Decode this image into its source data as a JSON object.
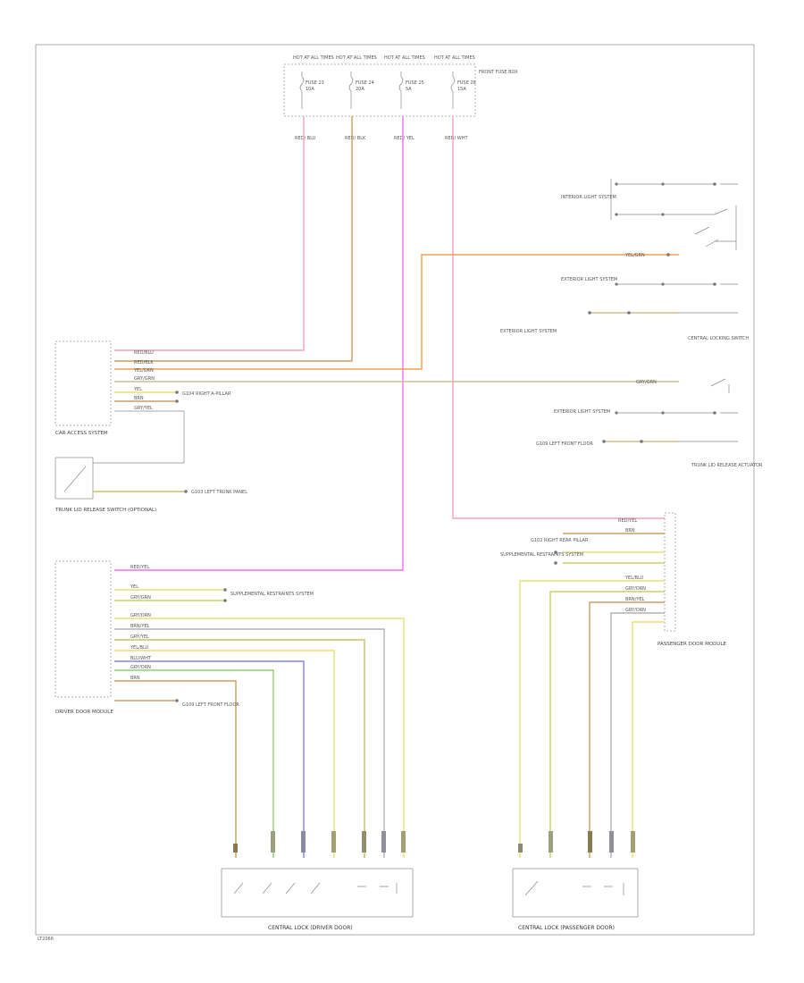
{
  "diagram": {
    "footer_code": "LT2066",
    "colors": {
      "pink": "#f4a0b8",
      "tan": "#c8a060",
      "magenta": "#f070f0",
      "orange": "#f0a050",
      "yellow": "#e8e070",
      "gray": "#b0b0b8",
      "green": "#90d070",
      "blue": "#8080f0",
      "yellowgreen": "#c8d060",
      "frame": "#9a9a9a"
    },
    "fuses": [
      {
        "hot": "HOT AT ALL TIMES",
        "fuse": "FUSE 23",
        "amp": "10A"
      },
      {
        "hot": "HOT AT ALL TIMES",
        "fuse": "FUSE 24",
        "amp": "20A"
      },
      {
        "hot": "HOT AT ALL TIMES",
        "fuse": "FUSE 25",
        "amp": "5A"
      },
      {
        "hot": "HOT AT ALL TIMES",
        "fuse": "FUSE 26",
        "amp": "15A"
      }
    ],
    "fuse_box_label": "FRONT FUSE BOX",
    "fuse_wire_labels": [
      "RED/ BLU",
      "RED/ BLK",
      "RED/ YEL",
      "RED/ WHT"
    ],
    "modules": {
      "car_access": "CAR ACCESS SYSTEM",
      "trunk_switch": "TRUNK LID RELEASE SWITCH (OPTIONAL)",
      "driver_door": "DRIVER DOOR MODULE",
      "passenger_door": "PASSENGER DOOR MODULE",
      "lock_driver": "CENTRAL LOCK (DRIVER DOOR)",
      "lock_passenger": "CENTRAL LOCK (PASSENGER DOOR)",
      "trunk_actuator": "TRUNK LID RELEASE ACTUATOR",
      "central_switch": "CENTRAL LOCKING SWITCH",
      "interior_light": "INTERIOR LIGHT SYSTEM",
      "exterior_light": "EXTERIOR LIGHT SYSTEM",
      "door_lights": "EXTERIOR LIGHT SYSTEM"
    },
    "right_labels": [
      "INTERIOR LIGHT SYSTEM",
      "EXTERIOR LIGHT SYSTEM",
      "G102 RIGHT REAR PILLAR",
      "G103 LEFT TRUNK PANEL",
      "G104 RIGHT A-PILLAR",
      "SUPPLEMENTAL RESTRAINTS SYSTEM",
      "G109 LEFT FRONT FLOOR"
    ],
    "wire_labels": {
      "car_access_rows": [
        "RED/BLU",
        "RED/BLK",
        "YEL/GRN",
        "GRY/GRN",
        "YEL",
        "BRN",
        "GRY/YEL"
      ],
      "driver_rows": [
        "RED/YEL",
        "YEL",
        "GRY/GRN",
        "GRY/ORN",
        "BRN/YEL",
        "GRY/YEL",
        "YEL/BLU",
        "BLU/WHT",
        "GRY/ORN",
        "BRN"
      ],
      "passenger_rows": [
        "RED/YEL",
        "BRN",
        "YEL/BLU",
        "GRY/ORN",
        "BRN/YEL",
        "GRY/ORN"
      ],
      "orange_wire": "YEL/GRN",
      "gray_wire": "GRY/GRN"
    }
  }
}
